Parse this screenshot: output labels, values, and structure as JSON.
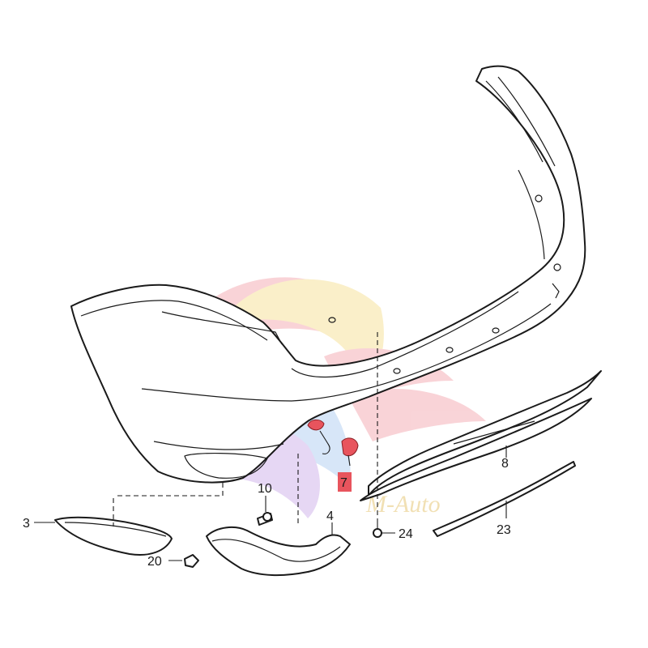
{
  "diagram": {
    "callouts": [
      {
        "id": "3",
        "label": "3"
      },
      {
        "id": "4",
        "label": "4"
      },
      {
        "id": "7",
        "label": "7",
        "highlight": true
      },
      {
        "id": "8",
        "label": "8"
      },
      {
        "id": "10",
        "label": "10"
      },
      {
        "id": "20",
        "label": "20"
      },
      {
        "id": "23",
        "label": "23"
      },
      {
        "id": "24",
        "label": "24"
      }
    ],
    "highlight_color": "#e8545d",
    "line_color": "#1a1a1a"
  },
  "watermark": {
    "text": "M-Auto",
    "colors": [
      "#f2a0a8",
      "#f5dc8a",
      "#a8c8f0",
      "#c9a8e8"
    ]
  }
}
